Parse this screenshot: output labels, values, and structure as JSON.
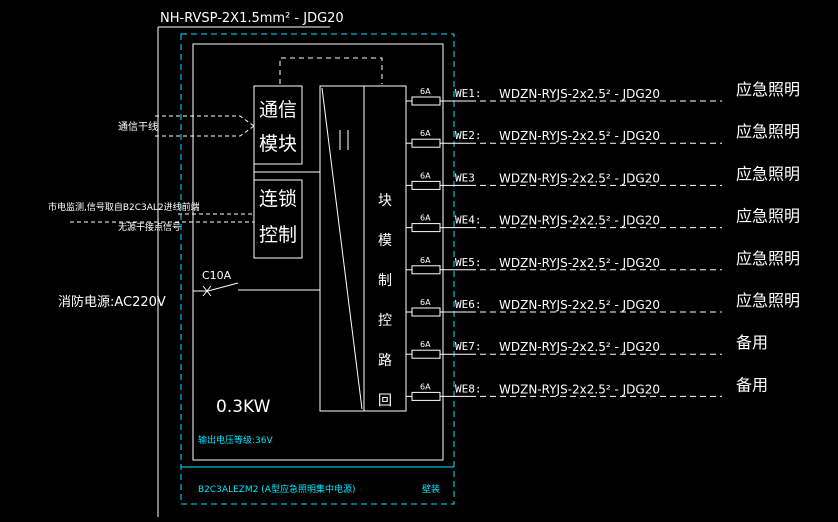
{
  "header": {
    "cable_spec": "NH-RVSP-2X1.5mm² - JDG20"
  },
  "modules": {
    "comm_line1": "通信",
    "comm_line2": "模块",
    "interlock_line1": "连锁",
    "interlock_line2": "控制",
    "vertical_chars": [
      "块",
      "模",
      "制",
      "控",
      "路",
      "回"
    ]
  },
  "left_labels": {
    "comm_trunk": "通信干线",
    "mains_monitor": "市电监测,信号取自B2C3AL2进线前端",
    "passive_contact": "无源干接点信号",
    "breaker": "C10A",
    "fire_power": "消防电源:AC220V"
  },
  "panel": {
    "power": "0.3KW",
    "output_voltage": "输出电压等级:36V",
    "panel_id": "B2C3ALEZM2 (A型应急照明集中电源)",
    "install": "壁装"
  },
  "circuits": [
    {
      "id": "WE1:",
      "fuse": "6A",
      "cable": "WDZN-RYJS-2x2.5² - JDG20",
      "use": "应急照明"
    },
    {
      "id": "WE2:",
      "fuse": "6A",
      "cable": "WDZN-RYJS-2x2.5² - JDG20",
      "use": "应急照明"
    },
    {
      "id": "WE3",
      "fuse": "6A",
      "cable": "WDZN-RYJS-2x2.5² - JDG20",
      "use": "应急照明"
    },
    {
      "id": "WE4:",
      "fuse": "6A",
      "cable": "WDZN-RYJS-2x2.5² - JDG20",
      "use": "应急照明"
    },
    {
      "id": "WE5:",
      "fuse": "6A",
      "cable": "WDZN-RYJS-2x2.5² - JDG20",
      "use": "应急照明"
    },
    {
      "id": "WE6:",
      "fuse": "6A",
      "cable": "WDZN-RYJS-2x2.5² - JDG20",
      "use": "应急照明"
    },
    {
      "id": "WE7:",
      "fuse": "6A",
      "cable": "WDZN-RYJS-2x2.5² - JDG20",
      "use": "备用"
    },
    {
      "id": "WE8:",
      "fuse": "6A",
      "cable": "WDZN-RYJS-2x2.5² - JDG20",
      "use": "备用"
    }
  ],
  "colors": {
    "background": "#000000",
    "line": "#ffffff",
    "cyan": "#00e5ff"
  }
}
